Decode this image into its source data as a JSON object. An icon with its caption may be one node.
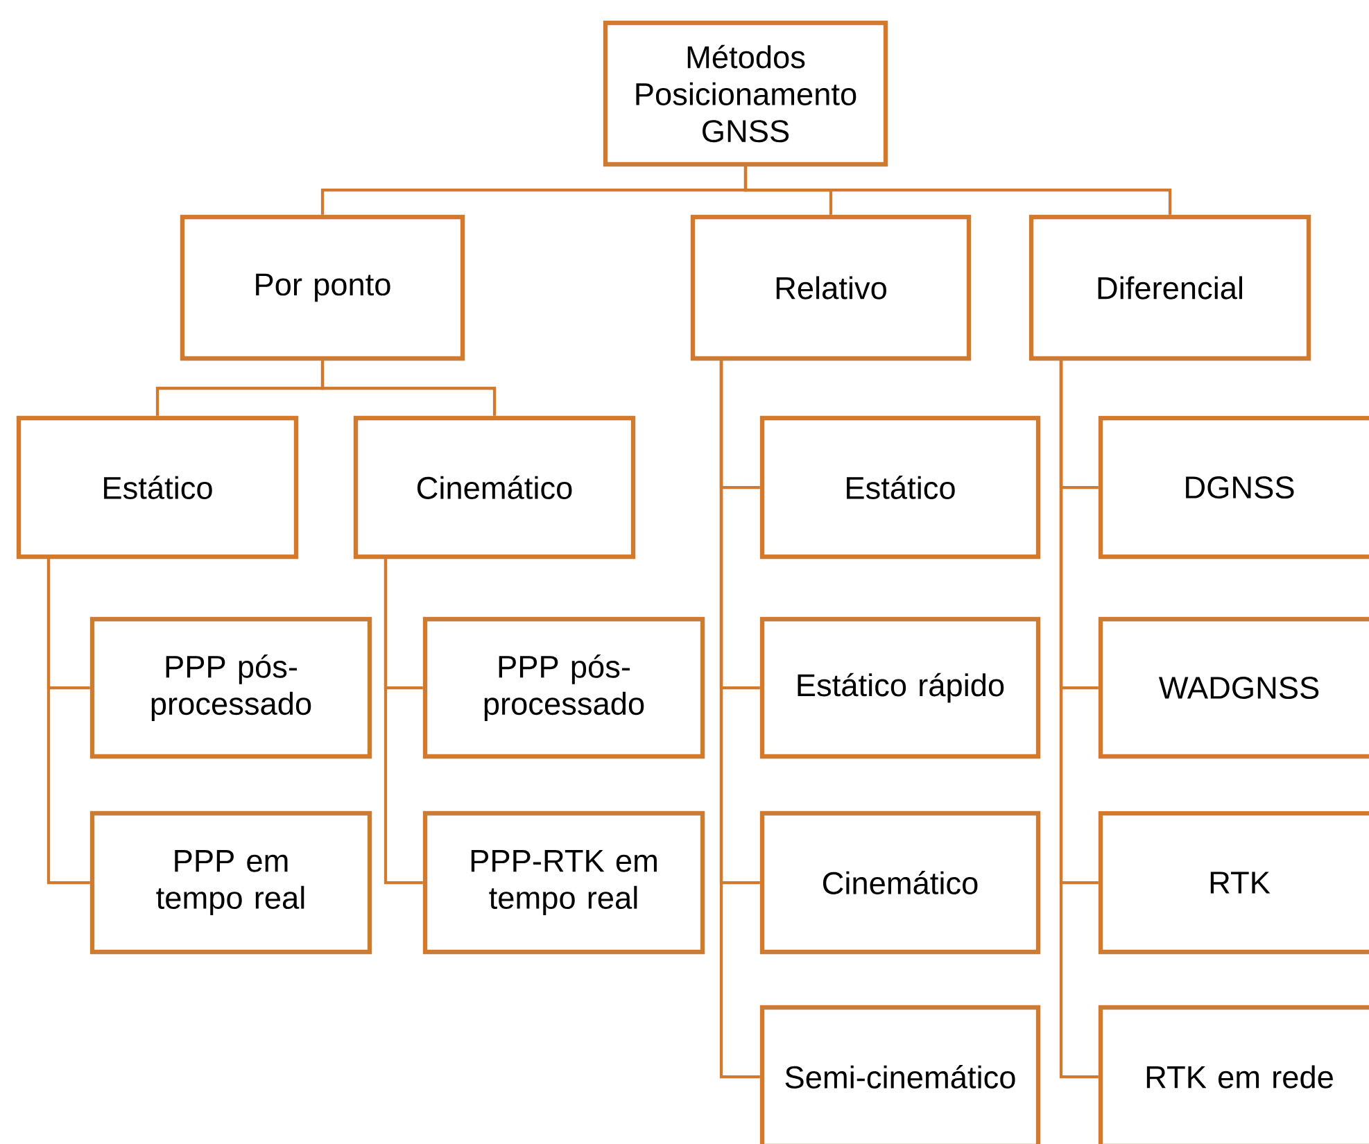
{
  "diagram": {
    "nodes": [
      {
        "text": [
          "Métodos Posicionamento GNSS"
        ]
      },
      {
        "text": [
          "Por ponto"
        ]
      },
      {
        "text": [
          "Relativo"
        ]
      },
      {
        "text": [
          "Diferencial"
        ]
      },
      {
        "text": [
          "Estático"
        ]
      },
      {
        "text": [
          "Cinemático"
        ]
      },
      {
        "text": [
          "PPP pós-processado"
        ]
      },
      {
        "text": [
          "PPP em tempo real"
        ]
      },
      {
        "text": [
          "PPP pós-processado"
        ]
      },
      {
        "text": [
          "PPP-RTK em tempo real"
        ]
      },
      {
        "text": [
          "Estático"
        ]
      },
      {
        "text": [
          "Estático rápido"
        ]
      },
      {
        "text": [
          "Cinemático"
        ]
      },
      {
        "text": [
          "Semi-cinemático"
        ]
      },
      {
        "text": [
          "DGNSS"
        ]
      },
      {
        "text": [
          "WADGNSS"
        ]
      },
      {
        "text": [
          "RTK"
        ]
      },
      {
        "text": [
          "RTK em rede"
        ]
      }
    ],
    "edges": [
      {
        "from": 0,
        "to": 1,
        "arrow": "none"
      },
      {
        "from": 0,
        "to": 2,
        "arrow": "none"
      },
      {
        "from": 0,
        "to": 3,
        "arrow": "none"
      },
      {
        "from": 1,
        "to": 4,
        "arrow": "none"
      },
      {
        "from": 1,
        "to": 5,
        "arrow": "none"
      },
      {
        "from": 4,
        "to": 6,
        "arrow": "none"
      },
      {
        "from": 4,
        "to": 7,
        "arrow": "none"
      },
      {
        "from": 5,
        "to": 8,
        "arrow": "none"
      },
      {
        "from": 5,
        "to": 9,
        "arrow": "none"
      },
      {
        "from": 2,
        "to": 10,
        "arrow": "none"
      },
      {
        "from": 2,
        "to": 11,
        "arrow": "none"
      },
      {
        "from": 2,
        "to": 12,
        "arrow": "none"
      },
      {
        "from": 2,
        "to": 13,
        "arrow": "none"
      },
      {
        "from": 3,
        "to": 14,
        "arrow": "none"
      },
      {
        "from": 3,
        "to": 15,
        "arrow": "none"
      },
      {
        "from": 3,
        "to": 16,
        "arrow": "none"
      },
      {
        "from": 3,
        "to": 17,
        "arrow": "none"
      }
    ]
  }
}
